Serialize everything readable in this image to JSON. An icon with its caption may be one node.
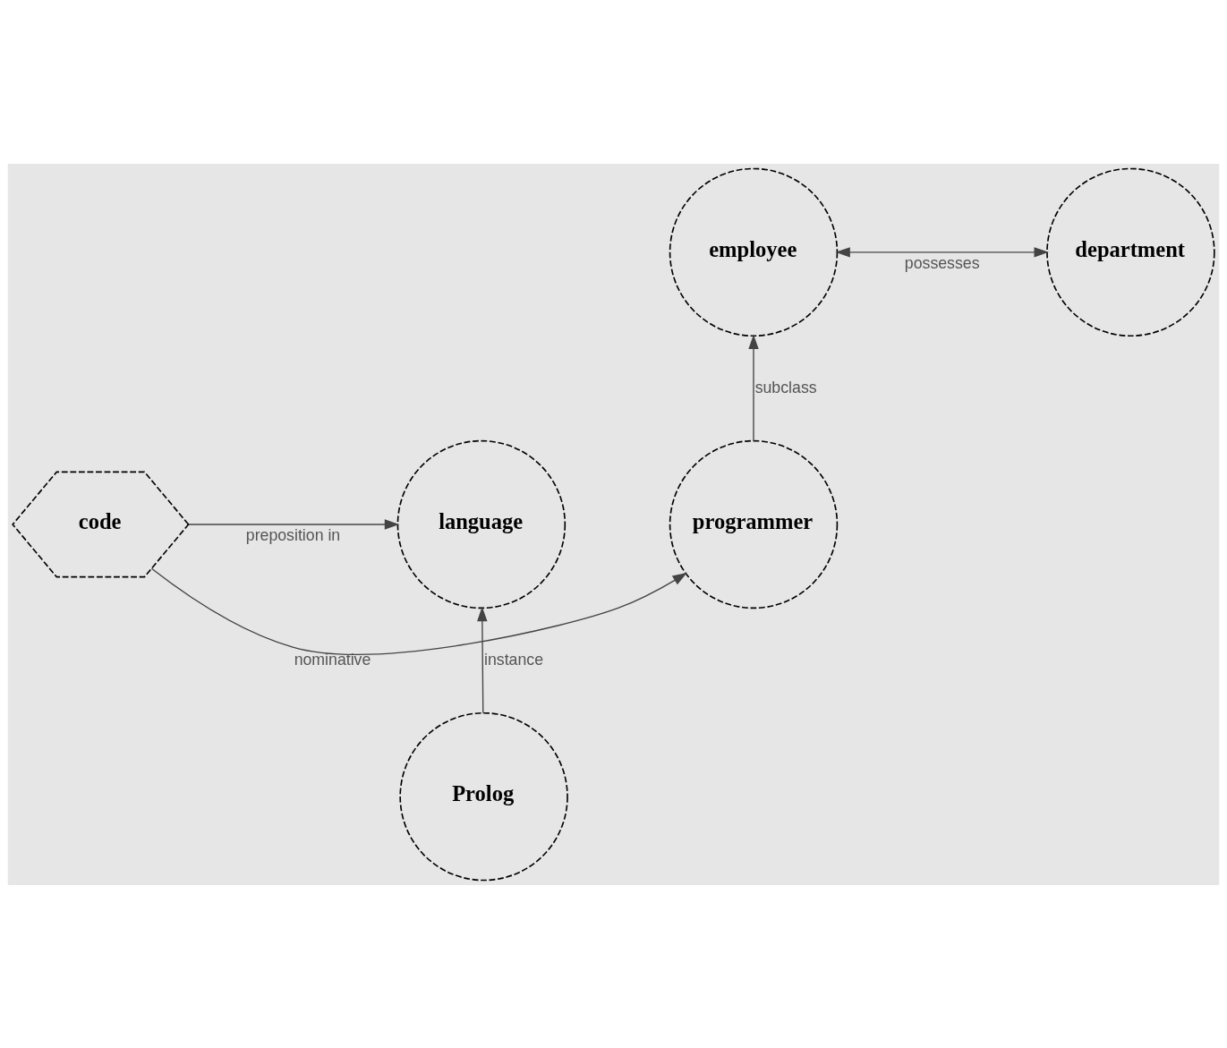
{
  "diagram": {
    "nodes": [
      {
        "text": [
          "employee"
        ]
      },
      {
        "text": [
          "department"
        ]
      },
      {
        "text": [
          "programmer"
        ]
      },
      {
        "text": [
          "code"
        ]
      },
      {
        "text": [
          "language"
        ]
      },
      {
        "text": [
          "Prolog"
        ]
      }
    ],
    "edges": [
      {
        "from": 0,
        "to": 1,
        "arrow": "both",
        "label": "possesses"
      },
      {
        "from": 2,
        "to": 0,
        "arrow": "to",
        "label": "subclass"
      },
      {
        "from": 3,
        "to": 2,
        "arrow": "to",
        "label": "nominative"
      },
      {
        "from": 3,
        "to": 4,
        "arrow": "to",
        "label": "preposition in"
      },
      {
        "from": 5,
        "to": 4,
        "arrow": "to",
        "label": "instance"
      }
    ]
  }
}
